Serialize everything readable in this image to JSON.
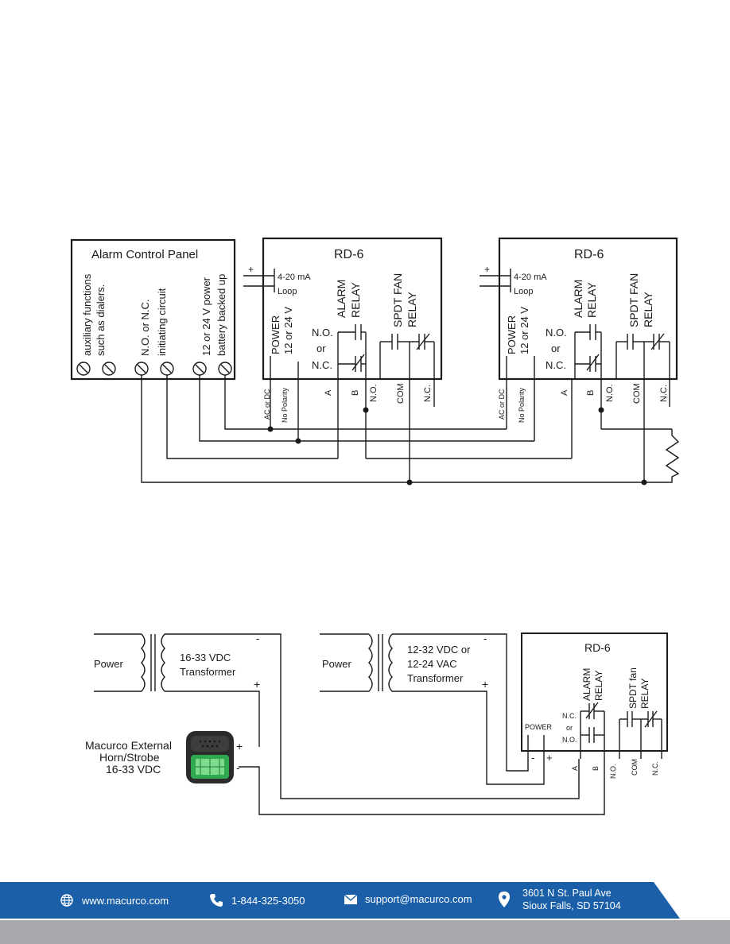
{
  "diagram1": {
    "panel": {
      "title": "Alarm Control Panel",
      "labels": [
        "auxiliary functions",
        "such as dialers.",
        "N.O. or N.C.",
        "initiating circuit",
        "12 or 24 V power",
        "battery backed up"
      ]
    },
    "rd6_left": {
      "title": "RD-6",
      "plus": "+",
      "minus": "-",
      "loop1": "4-20 mA",
      "loop2": "Loop",
      "power1": "POWER",
      "power2": "12 or 24 V",
      "alarm1": "ALARM",
      "alarm2": "RELAY",
      "no": "N.O.",
      "or": "or",
      "nc": "N.C.",
      "fan1": "SPDT FAN",
      "fan2": "RELAY",
      "terms": [
        "AC or DC",
        "No Polarity",
        "A",
        "B",
        "N.O.",
        "COM",
        "N.C."
      ]
    },
    "rd6_right": {
      "title": "RD-6",
      "plus": "+",
      "minus": "-",
      "loop1": "4-20 mA",
      "loop2": "Loop",
      "power1": "POWER",
      "power2": "12 or 24 V",
      "alarm1": "ALARM",
      "alarm2": "RELAY",
      "no": "N.O.",
      "or": "or",
      "nc": "N.C.",
      "fan1": "SPDT FAN",
      "fan2": "RELAY",
      "terms": [
        "AC or DC",
        "No Polarity",
        "A",
        "B",
        "N.O.",
        "COM",
        "N.C."
      ]
    }
  },
  "diagram2": {
    "left_power": "Power",
    "left_transformer1": "16-33 VDC",
    "left_transformer2": "Transformer",
    "left_minus": "-",
    "left_plus": "+",
    "horn1": "Macurco External",
    "horn2": "Horn/Strobe",
    "horn3": "16-33 VDC",
    "horn_plus": "+",
    "horn_minus": "-",
    "right_power": "Power",
    "right_transformer1": "12-32 VDC or",
    "right_transformer2": "12-24 VAC",
    "right_transformer3": "Transformer",
    "right_minus": "-",
    "right_plus": "+",
    "rd6": {
      "title": "RD-6",
      "alarm1": "ALARM",
      "alarm2": "RELAY",
      "fan1": "SPDT fan",
      "fan2": "RELAY",
      "nc": "N.C.",
      "or": "or",
      "no": "N.O.",
      "power": "POWER",
      "minus": "-",
      "plus": "+",
      "terms": [
        "A",
        "B",
        "N.O.",
        "COM",
        "N.C."
      ]
    }
  },
  "footer": {
    "website": "www.macurco.com",
    "phone": "1-844-325-3050",
    "email": "support@macurco.com",
    "address1": "3601 N St. Paul Ave",
    "address2": "Sioux Falls, SD 57104",
    "colors": {
      "band": "#1a5fa8",
      "gray": "#a7a9ac"
    },
    "icons": [
      "globe-icon",
      "phone-icon",
      "mail-icon",
      "location-pin-icon"
    ]
  }
}
